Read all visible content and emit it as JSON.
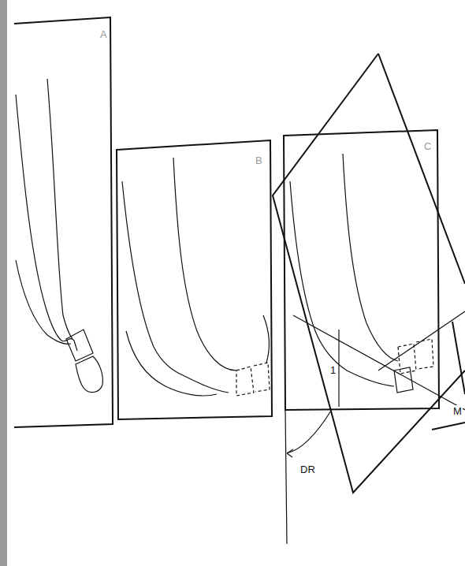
{
  "diagram": {
    "labels": [
      "A",
      "B",
      "C",
      "DR",
      "1",
      "M"
    ]
  }
}
